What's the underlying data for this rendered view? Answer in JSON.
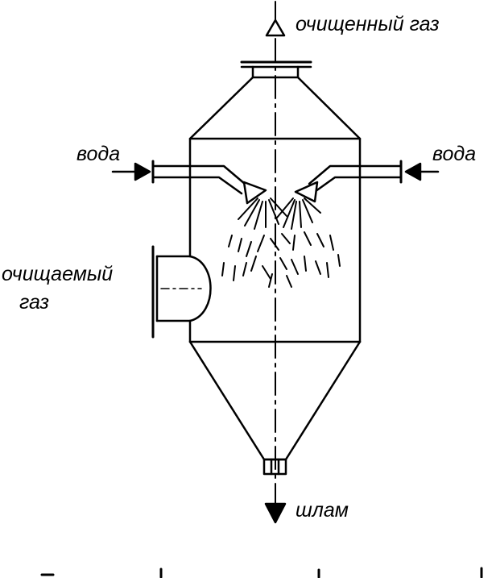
{
  "labels": {
    "clean_gas": "очищенный газ",
    "water_left": "вода",
    "water_right": "вода",
    "gas_in_line1": "очищаемый",
    "gas_in_line2": "газ",
    "sludge": "шлам"
  },
  "colors": {
    "ink": "#000000",
    "background": "#ffffff"
  }
}
